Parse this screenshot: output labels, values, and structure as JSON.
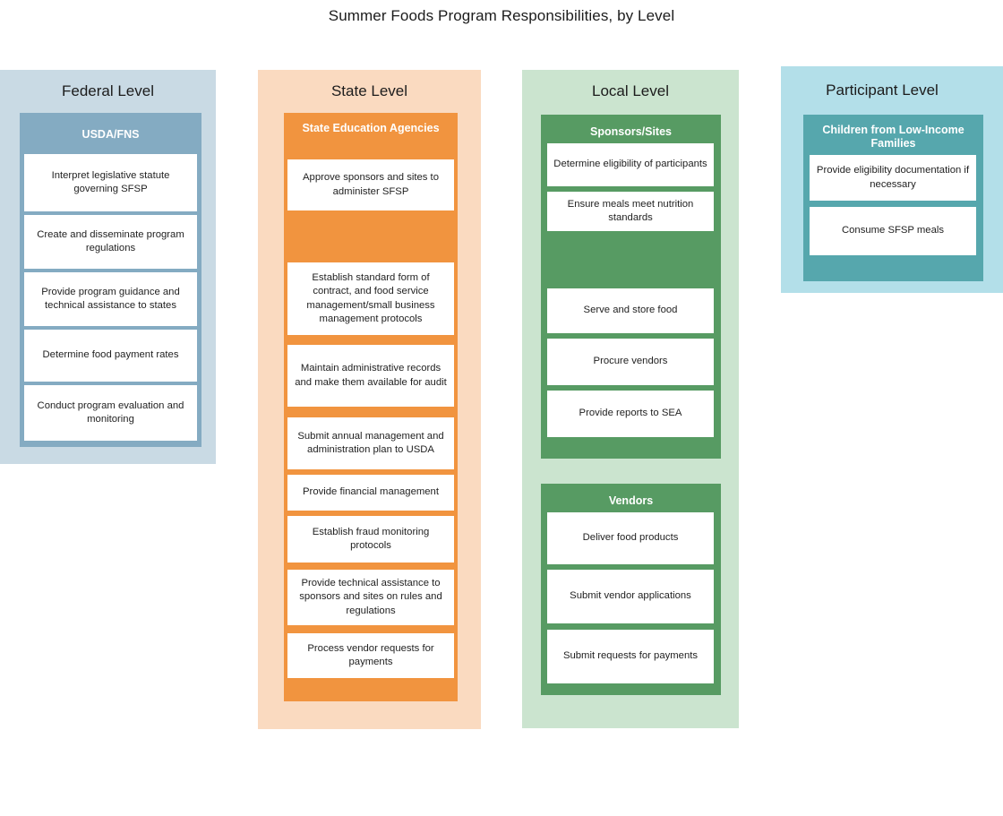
{
  "title": "Summer Foods Program Responsibilities, by Level",
  "columns": [
    {
      "key": "federal",
      "heading": "Federal Level",
      "groups": [
        {
          "title": "USDA/FNS",
          "tasks": [
            "Interpret legislative statute governing SFSP",
            "Create and disseminate program regulations",
            "Provide program guidance and technical assistance to states",
            "Determine food payment rates",
            "Conduct program evaluation and monitoring"
          ]
        }
      ]
    },
    {
      "key": "state",
      "heading": "State Level",
      "groups": [
        {
          "title": "State Education Agencies",
          "tasks": [
            "Approve sponsors and sites to administer SFSP",
            "Establish standard form of contract, and food service management/small business management protocols",
            "Maintain administrative records and make them available for audit",
            "Submit annual management and administration plan to USDA",
            "Provide financial management",
            "Establish fraud monitoring protocols",
            "Provide technical assistance to sponsors and sites on rules and regulations",
            "Process vendor requests for payments"
          ]
        }
      ]
    },
    {
      "key": "local",
      "heading": "Local Level",
      "groups": [
        {
          "title": "Sponsors/Sites",
          "tasks": [
            "Determine eligibility of participants",
            "Ensure meals meet nutrition standards",
            "Serve and store food",
            "Procure vendors",
            "Provide reports to SEA"
          ]
        },
        {
          "title": "Vendors",
          "tasks": [
            "Deliver food products",
            "Submit vendor applications",
            "Submit requests for payments"
          ]
        }
      ]
    },
    {
      "key": "participant",
      "heading": "Participant Level",
      "groups": [
        {
          "title": "Children from Low-Income Families",
          "tasks": [
            "Provide eligibility documentation if necessary",
            "Consume SFSP meals"
          ]
        }
      ]
    }
  ],
  "colors": {
    "federal_band": "#c9dae4",
    "federal_panel": "#84abc2",
    "state_band": "#fadac0",
    "state_panel": "#f1943f",
    "local_band": "#cbe4cf",
    "local_panel": "#579b63",
    "participant_band": "#b3dfe9",
    "participant_panel": "#56a7ad",
    "task_box": "#ffffff",
    "text": "#1f1f1f"
  }
}
